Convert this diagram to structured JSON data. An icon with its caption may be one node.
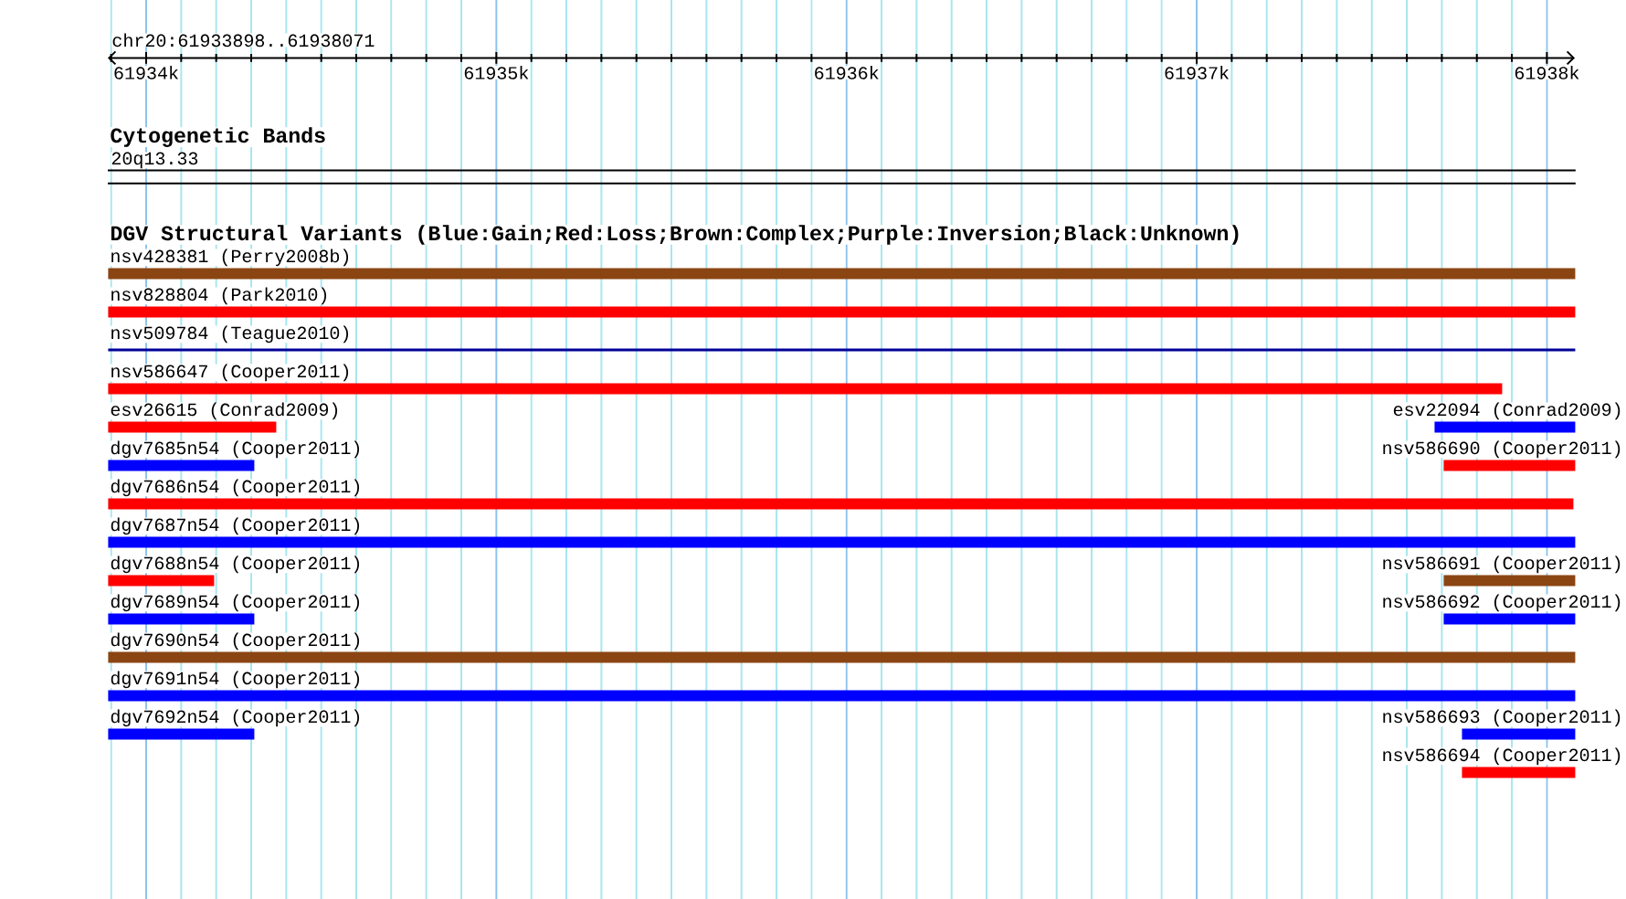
{
  "diagram": {
    "title": "chr20:61933898..61938071",
    "nodes": [
      {
        "text": [
          "Cytogenetic Bands",
          "20q13.33"
        ]
      },
      {
        "text": [
          "nsv428381 (Perry2008b)"
        ]
      },
      {
        "text": [
          "nsv828804 (Park2010)"
        ]
      },
      {
        "text": [
          "nsv509784 (Teague2010)"
        ]
      },
      {
        "text": [
          "nsv586647 (Cooper2011)"
        ]
      },
      {
        "text": [
          "esv26615 (Conrad2009)"
        ]
      },
      {
        "text": [
          "esv22094 (Conrad2009)"
        ]
      },
      {
        "text": [
          "dgv7685n54 (Cooper2011)"
        ]
      },
      {
        "text": [
          "nsv586690 (Cooper2011)"
        ]
      },
      {
        "text": [
          "dgv7686n54 (Cooper2011)"
        ]
      },
      {
        "text": [
          "dgv7687n54 (Cooper2011)"
        ]
      },
      {
        "text": [
          "dgv7688n54 (Cooper2011)"
        ]
      },
      {
        "text": [
          "nsv586691 (Cooper2011)"
        ]
      },
      {
        "text": [
          "dgv7689n54 (Cooper2011)"
        ]
      },
      {
        "text": [
          "nsv586692 (Cooper2011)"
        ]
      },
      {
        "text": [
          "dgv7690n54 (Cooper2011)"
        ]
      },
      {
        "text": [
          "dgv7691n54 (Cooper2011)"
        ]
      },
      {
        "text": [
          "dgv7692n54 (Cooper2011)"
        ]
      },
      {
        "text": [
          "nsv586693 (Cooper2011)"
        ]
      },
      {
        "text": [
          "nsv586694 (Cooper2011)"
        ]
      }
    ],
    "labels": [
      "61934k",
      "61935k",
      "61936k",
      "61937k",
      "61938k",
      "DGV Structural Variants (Blue:Gain;Red:Loss;Brown:Complex;Purple:Inversion;Black:Unknown)"
    ]
  }
}
